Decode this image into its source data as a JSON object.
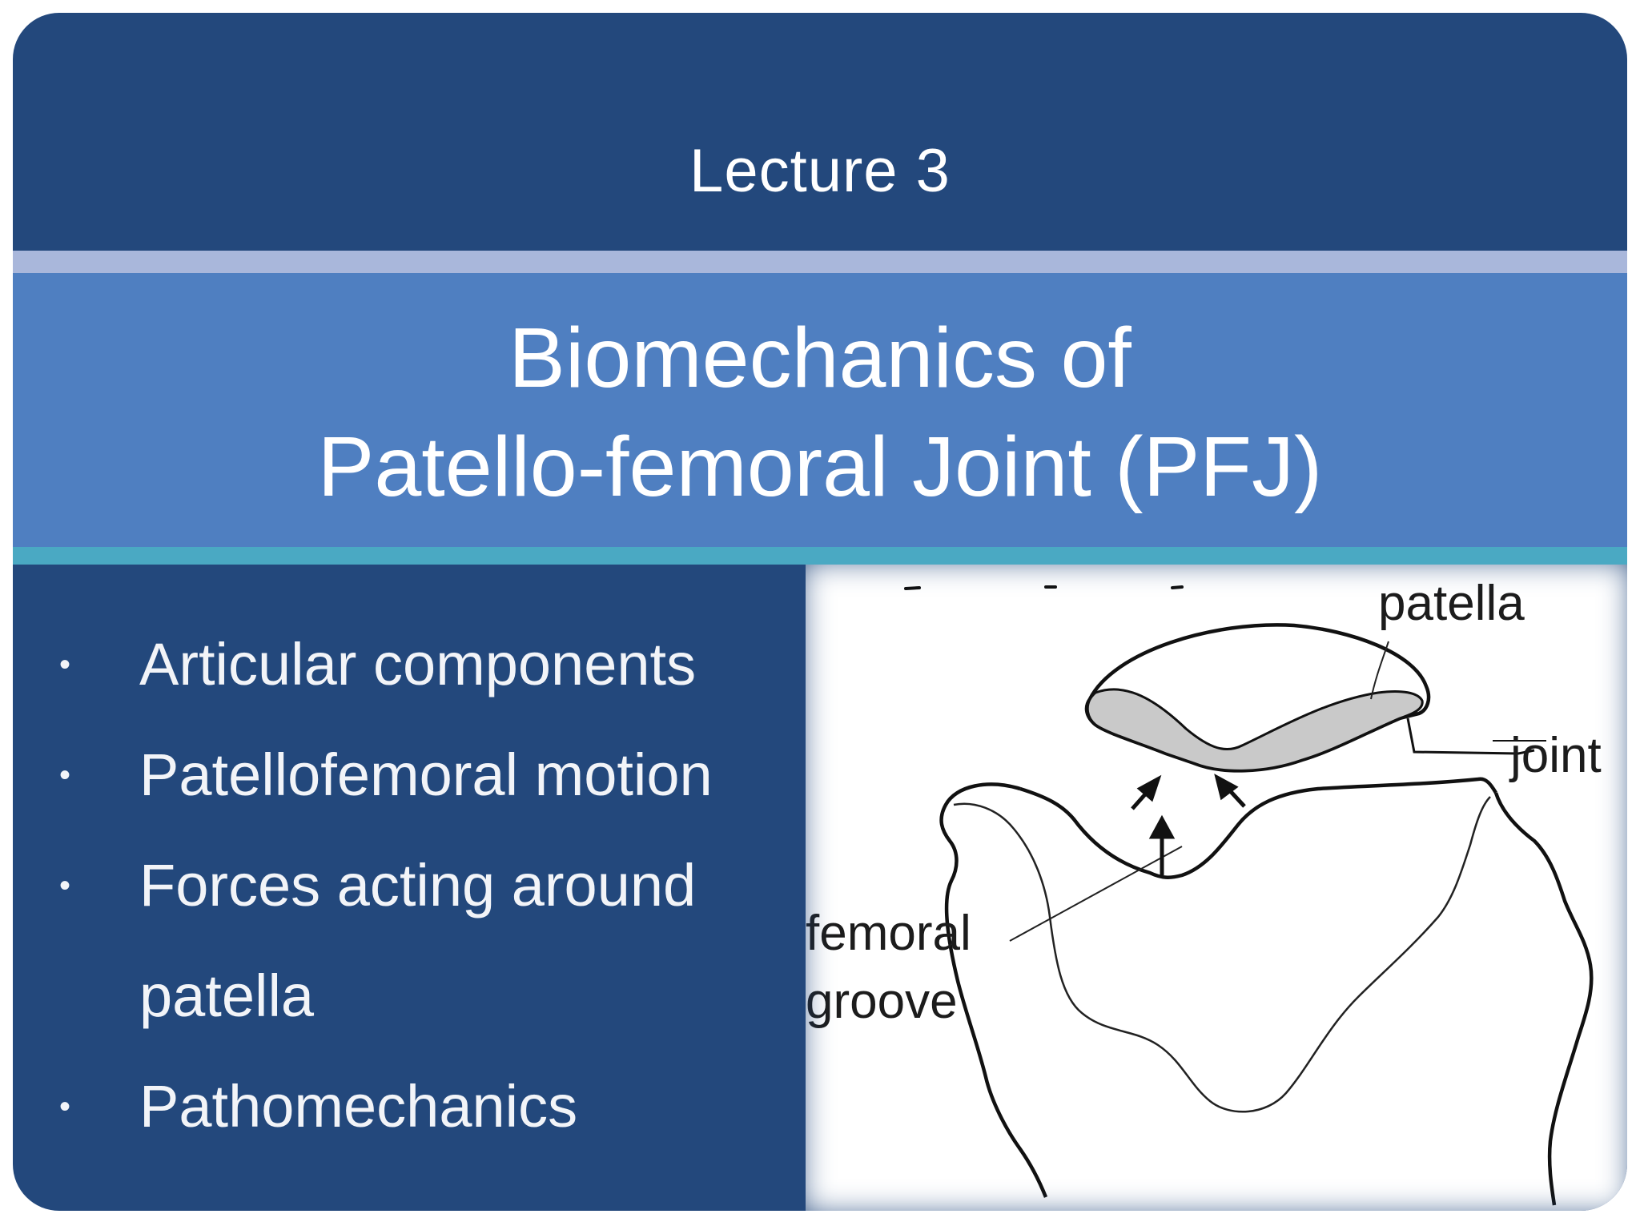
{
  "slide": {
    "lecture": "Lecture 3",
    "title_line1": "Biomechanics of",
    "title_line2": "Patello-femoral Joint (PFJ)",
    "bullets": [
      {
        "marker": "•",
        "text": "Articular components"
      },
      {
        "marker": "•",
        "text": "Patellofemoral motion"
      },
      {
        "marker": "•",
        "text": "Forces acting around"
      },
      {
        "marker": "",
        "text": "patella"
      },
      {
        "marker": "•",
        "text": "Pathomechanics"
      }
    ]
  },
  "figure": {
    "labels": {
      "patella": "patella",
      "joint": "joint",
      "femoral": "femoral",
      "groove": "groove"
    }
  },
  "colors": {
    "slide_background": "#23487c",
    "title_band": "#4f7fc1",
    "top_stripe": "#a9b7db",
    "bottom_stripe": "#4aa9c3",
    "text": "#ffffff"
  }
}
